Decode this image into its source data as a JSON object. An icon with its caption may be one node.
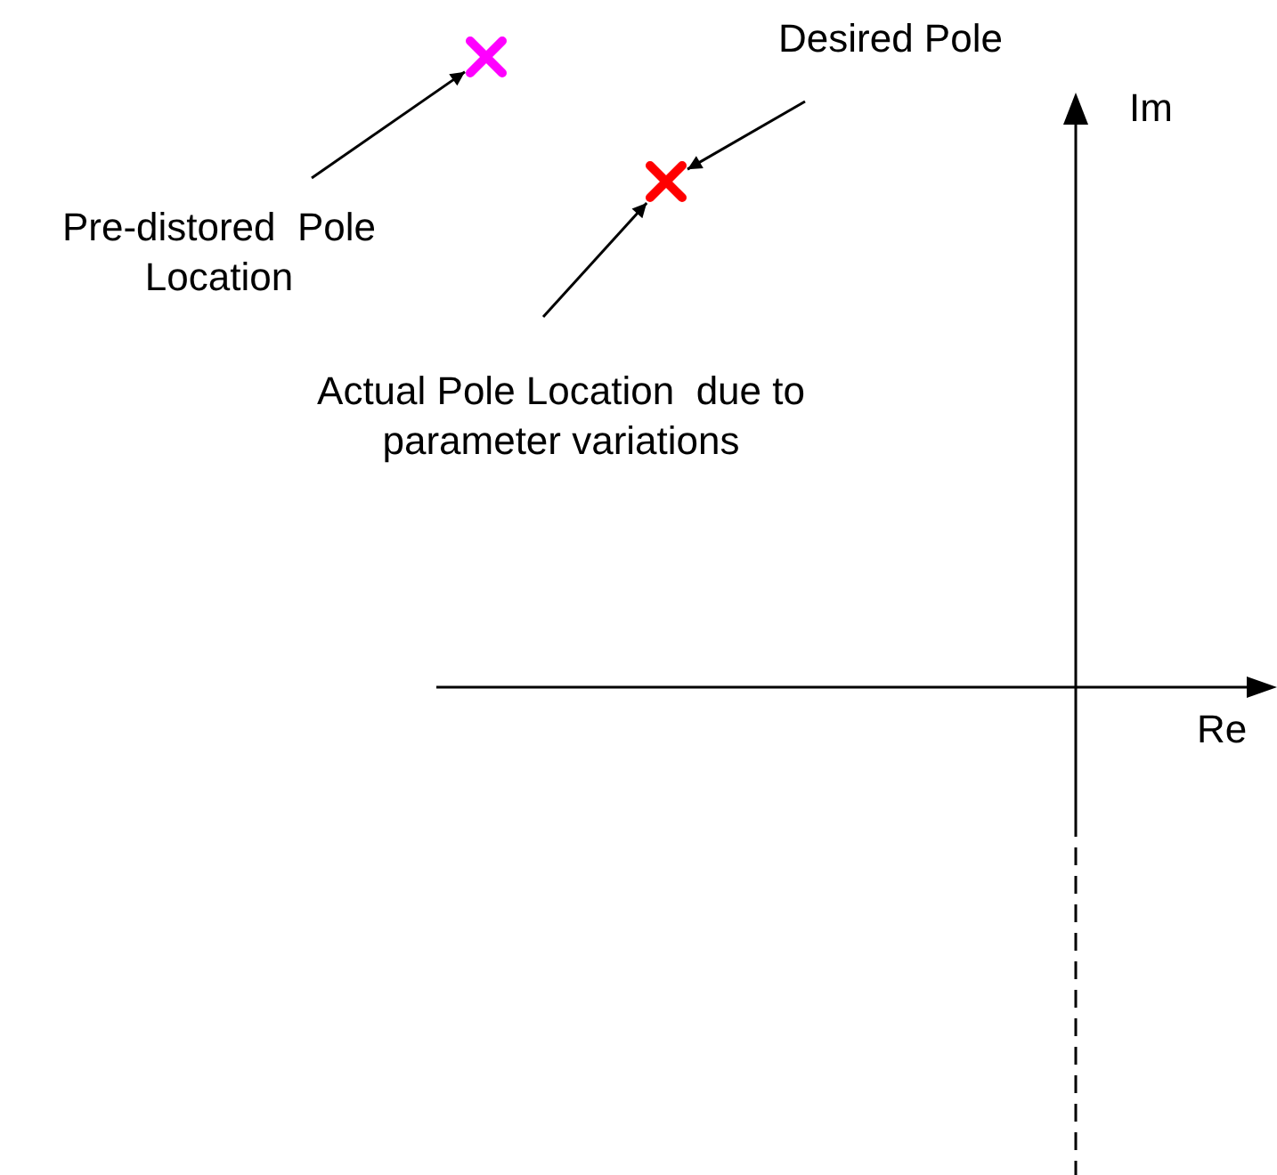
{
  "diagram": {
    "nodes": [
      {
        "text": [
          "Desired Pole"
        ]
      },
      {
        "text": [],
        "shape": "cross"
      },
      {
        "text": [],
        "shape": "cross"
      },
      {
        "text": [
          "Pre-distored  Pole Location"
        ]
      },
      {
        "text": [
          "Actual Pole Location  due to parameter variations"
        ]
      }
    ],
    "edges": [
      {
        "from": 0,
        "to": 2,
        "arrow": "to"
      },
      {
        "from": 3,
        "to": 1,
        "arrow": "to"
      },
      {
        "from": 4,
        "to": 2,
        "arrow": "to"
      }
    ],
    "labels": [
      "Im",
      "Re"
    ]
  }
}
